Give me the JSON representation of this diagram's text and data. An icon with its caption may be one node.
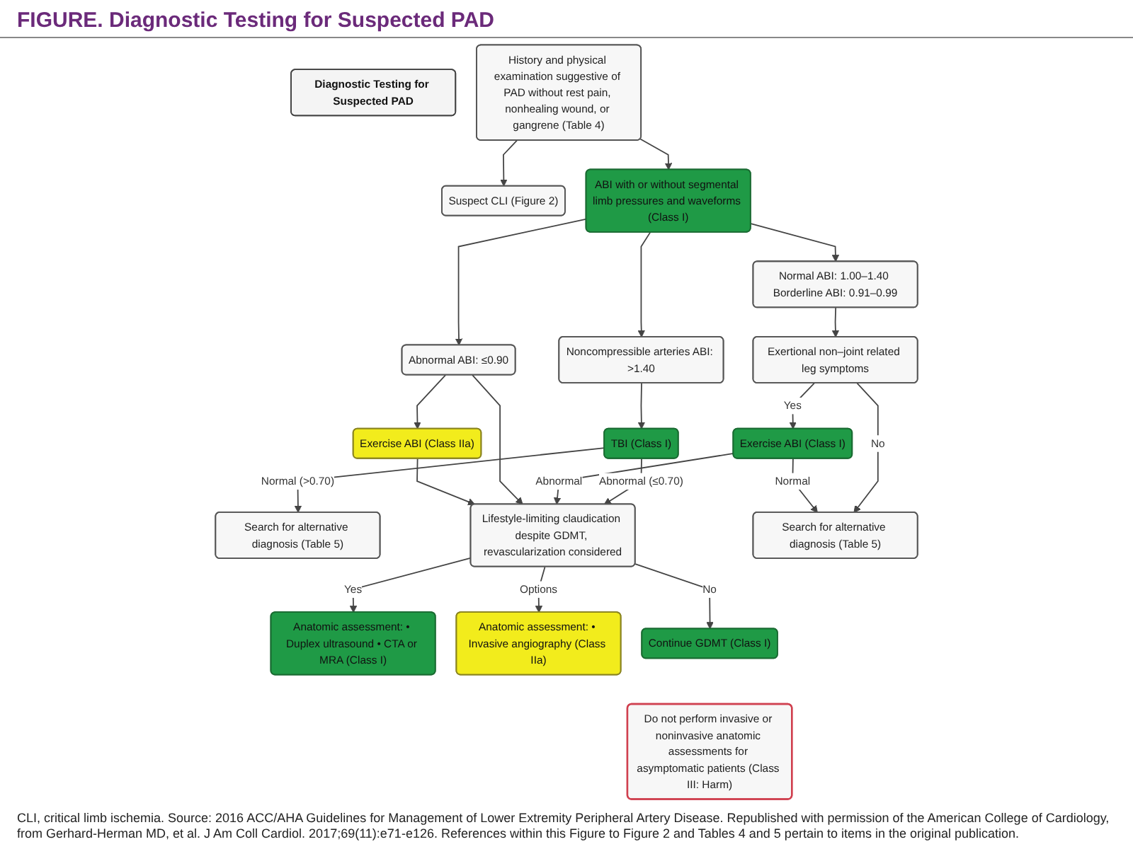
{
  "diagram": {
    "title": "FIGURE. Diagnostic Testing for Suspected PAD",
    "caption": "CLI, critical limb ischemia. Source: 2016 ACC/AHA Guidelines for Management of Lower Extremity Peripheral Artery Disease. Republished with permission of the American College of Cardiology, from Gerhard-Herman MD, et al. J Am Coll Cardiol. 2017;69(11):e71-e126. References within this Figure to Figure 2 and Tables 4 and 5 pertain to items in the original publication.",
    "nodes": [
      {
        "text": [
          "Diagnostic Testing for Suspected PAD"
        ]
      },
      {
        "text": [
          "History and physical examination suggestive of PAD without rest pain, nonhealing wound, or gangrene (Table 4)"
        ]
      },
      {
        "text": [
          "Suspect CLI (Figure 2)"
        ]
      },
      {
        "text": [
          "ABI with or without segmental limb pressures and waveforms (Class I)"
        ]
      },
      {
        "text": [
          "Noncompressible arteries ABI: >1.40"
        ]
      },
      {
        "text": [
          "Normal ABI: 1.00–1.40 Borderline ABI: 0.91–0.99"
        ]
      },
      {
        "text": [
          "Abnormal ABI: ≤0.90"
        ]
      },
      {
        "text": [
          "TBI (Class I)"
        ]
      },
      {
        "text": [
          "Exertional non–joint related leg symptoms"
        ]
      },
      {
        "text": [
          "Exercise ABI (Class IIa)"
        ]
      },
      {
        "text": [
          "Exercise ABI (Class I)"
        ]
      },
      {
        "text": [
          "Search for alternative diagnosis (Table 5)"
        ]
      },
      {
        "text": [
          "Search for alternative diagnosis (Table 5)"
        ]
      },
      {
        "text": [
          "Lifestyle-limiting claudication despite GDMT, revascularization considered"
        ]
      },
      {
        "text": [
          "Continue GDMT (Class I)"
        ]
      },
      {
        "text": [
          "Do not perform invasive or noninvasive anatomic assessments for asymptomatic patients (Class III: Harm)"
        ]
      },
      {
        "text": [
          "Anatomic assessment: • Duplex ultrasound • CTA or MRA (Class I)"
        ]
      },
      {
        "text": [
          "Anatomic assessment: • Invasive angiography (Class IIa)"
        ]
      }
    ],
    "edges": [
      {
        "from": 1,
        "to": 2,
        "arrow": "to"
      },
      {
        "from": 1,
        "to": 3,
        "arrow": "to"
      },
      {
        "from": 3,
        "to": 4,
        "arrow": "to"
      },
      {
        "from": 3,
        "to": 5,
        "arrow": "to"
      },
      {
        "from": 3,
        "to": 6,
        "arrow": "to"
      },
      {
        "from": 4,
        "to": 7,
        "arrow": "to"
      },
      {
        "from": 5,
        "to": 8,
        "arrow": "to"
      },
      {
        "from": 6,
        "to": 9,
        "arrow": "to"
      },
      {
        "from": 7,
        "to": 12,
        "arrow": "to",
        "label": "Normal (>0.70)"
      },
      {
        "from": 7,
        "to": 13,
        "arrow": "to",
        "label": "Abnormal (≤0.70)"
      },
      {
        "from": 8,
        "to": 10,
        "arrow": "to",
        "label": "Yes"
      },
      {
        "from": 8,
        "to": 11,
        "arrow": "to",
        "label": "No"
      },
      {
        "from": 10,
        "to": 13,
        "arrow": "to",
        "label": "Abnormal"
      },
      {
        "from": 10,
        "to": 11,
        "arrow": "to",
        "label": "Normal"
      },
      {
        "from": 6,
        "to": 13,
        "arrow": "to"
      },
      {
        "from": 9,
        "to": 13,
        "arrow": "to"
      },
      {
        "from": 13,
        "to": 14,
        "arrow": "to",
        "label": "No"
      },
      {
        "from": 13,
        "to": 16,
        "arrow": "to",
        "label": "Yes"
      },
      {
        "from": 13,
        "to": 17,
        "arrow": "to",
        "label": "Options"
      }
    ]
  }
}
